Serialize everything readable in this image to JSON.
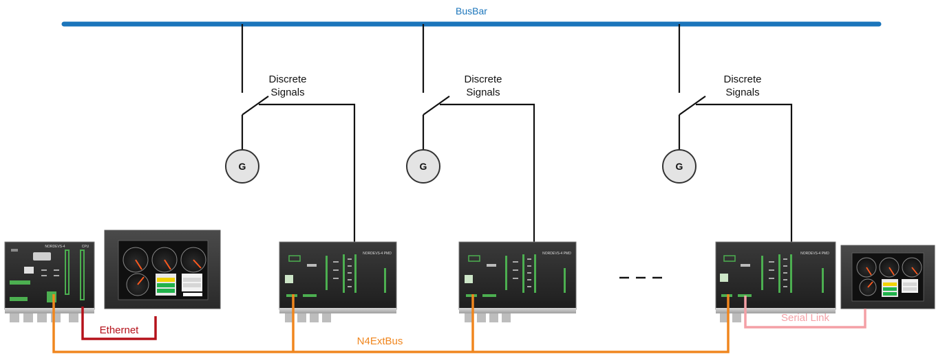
{
  "busbar": {
    "label": "BusBar",
    "color": "#1b75bb"
  },
  "generators": [
    {
      "signal_line1": "Discrete",
      "signal_line2": "Signals",
      "symbol": "G"
    },
    {
      "signal_line1": "Discrete",
      "signal_line2": "Signals",
      "symbol": "G"
    },
    {
      "signal_line1": "Discrete",
      "signal_line2": "Signals",
      "symbol": "G"
    }
  ],
  "links": {
    "ethernet": {
      "label": "Ethernet",
      "color": "#b5121b"
    },
    "n4extbus": {
      "label": "N4ExtBus",
      "color": "#f0861e"
    },
    "serial": {
      "label": "Serial Link",
      "color": "#f4a0a6"
    }
  },
  "devices": {
    "cpu_title": "NORDEVS-4",
    "cpu_tag": "CPU",
    "pmd_title": "NORDEVS-4 PMD"
  },
  "ellipsis_icon": "ellipsis-dashes"
}
